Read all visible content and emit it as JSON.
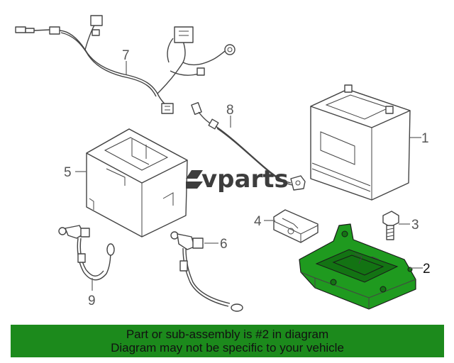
{
  "callouts": {
    "c1": "1",
    "c2": "2",
    "c3": "3",
    "c4": "4",
    "c5": "5",
    "c6": "6",
    "c7": "7",
    "c8": "8",
    "c9": "9"
  },
  "watermark": {
    "text": "vparts",
    "accent_color": "#3d3d3d"
  },
  "highlight": {
    "color": "#1f9a1f"
  },
  "banner": {
    "line1": "Part or sub-assembly is #2 in diagram",
    "line2": "Diagram may not be specific to your vehicle",
    "background": "#1c8a1c"
  }
}
